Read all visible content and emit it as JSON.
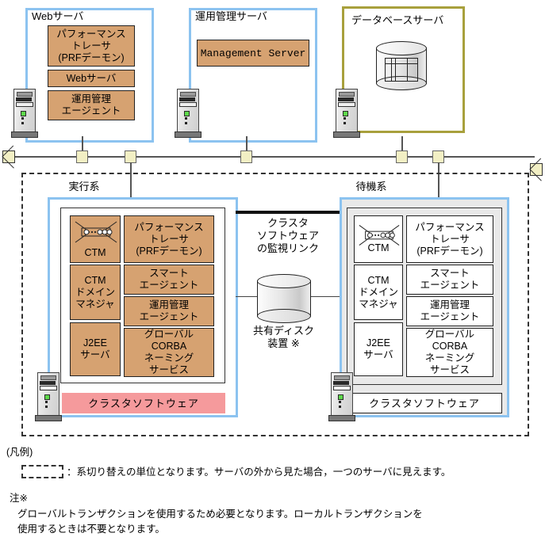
{
  "top_servers": {
    "web": {
      "title": "Webサーバ",
      "modules": [
        "パフォーマンス\nトレーサ\n(PRFデーモン)",
        "Webサーバ",
        "運用管理\nエージェント"
      ]
    },
    "mgmt": {
      "title": "運用管理サーバ",
      "modules": [
        "Management Server"
      ]
    },
    "db": {
      "title": "データベースサーバ",
      "icon": "database-cylinder-icon"
    }
  },
  "cluster": {
    "active": {
      "title": "実行系",
      "left_modules": [
        "CTM",
        "CTM\nドメイン\nマネジャ",
        "J2EE\nサーバ"
      ],
      "right_modules": [
        "パフォーマンス\nトレーサ\n(PRFデーモン)",
        "スマート\nエージェント",
        "運用管理\nエージェント",
        "グローバル\nCORBA\nネーミング\nサービス"
      ],
      "cluster_software": "クラスタソフトウェア"
    },
    "standby": {
      "title": "待機系",
      "left_modules": [
        "CTM",
        "CTM\nドメイン\nマネジャ",
        "J2EE\nサーバ"
      ],
      "right_modules": [
        "パフォーマンス\nトレーサ\n(PRFデーモン)",
        "スマート\nエージェント",
        "運用管理\nエージェント",
        "グローバル\nCORBA\nネーミング\nサービス"
      ],
      "cluster_software": "クラスタソフトウェア"
    },
    "monitor_link_label": "クラスタ\nソフトウェア\nの監視リンク",
    "shared_disk_label": "共有ディスク\n装置 ※"
  },
  "legend": {
    "heading": "(凡例)",
    "entry": "：系切り替えの単位となります。サーバの外から見た場合，一つのサーバに見えます。",
    "note_heading": "注※",
    "note_body": "  グローバルトランザクションを使用するため必要となります。ローカルトランザクションを\n使用するときは不要となります。"
  },
  "colors": {
    "module_brown": "#D6A271",
    "frame_blue": "#8CC3F0",
    "db_frame_olive": "#A8A03C",
    "cluster_pink": "#F59A9C",
    "standby_bg": "#E9E9E9",
    "bus_connector": "#F2EFC4"
  }
}
